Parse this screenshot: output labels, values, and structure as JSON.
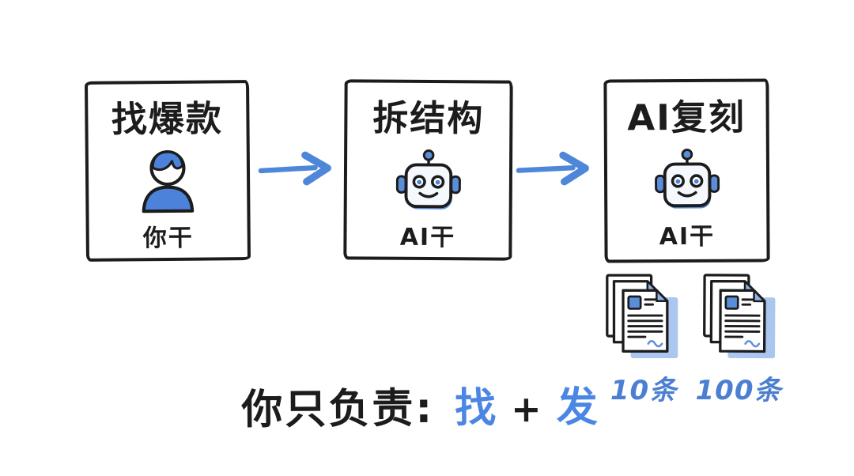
{
  "colors": {
    "ink": "#1c1c1c",
    "accent_blue": "#4c82d9",
    "bright_blue": "#4b86e5",
    "robot_blue": "#5b8ed9",
    "fold_blue": "#8db1ea",
    "shadow_blue": "#abc6ef",
    "label_blue": "#4c7fd2",
    "background": "#ffffff"
  },
  "flow": {
    "steps": [
      {
        "title": "找爆款",
        "actor": "你干",
        "icon": "person-icon"
      },
      {
        "title": "拆结构",
        "actor": "AI干",
        "icon": "robot-icon"
      },
      {
        "title": "AI复刻",
        "actor": "AI干",
        "icon": "robot-icon"
      }
    ],
    "connector_icon": "arrow-right-icon"
  },
  "outputs": {
    "items": [
      {
        "label": "10条",
        "icon": "document-stack-icon"
      },
      {
        "label": "100条",
        "icon": "document-stack-icon"
      }
    ]
  },
  "caption": {
    "prefix": "你只负责:",
    "highlight_1": "找",
    "separator": "+",
    "highlight_2": "发"
  }
}
